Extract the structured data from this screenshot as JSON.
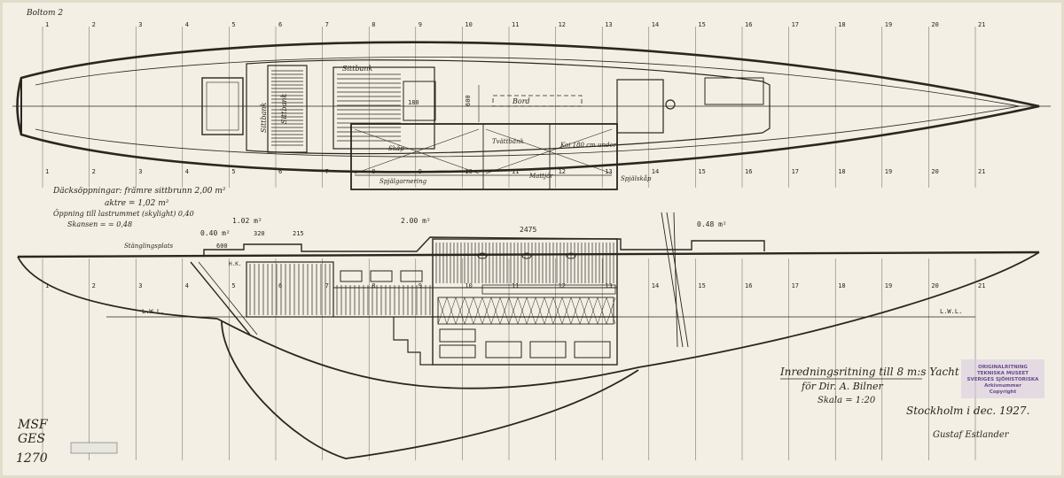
{
  "corner_note": "Boltom 2",
  "plan": {
    "stations_top": [
      "1",
      "2",
      "3",
      "4",
      "5",
      "6",
      "7",
      "8",
      "9",
      "10",
      "11",
      "12",
      "13",
      "14",
      "15",
      "16",
      "17",
      "18",
      "19",
      "20",
      "21"
    ],
    "labels": {
      "sittbank_left": "Sittbank",
      "sittbank_center": "Sittbank",
      "sittbank_top": "Sittbank",
      "bord": "Bord",
      "skafferi": "Skåp",
      "tvattbank": "Tvättbänk",
      "kojplats": "Koj 180 cm under",
      "spjalskap": "Spjälskåp",
      "spjalgarnering": "Spjälgarnering",
      "mattejfor": "Mattjör",
      "dim_600": "600",
      "dim_180": "180"
    }
  },
  "notes": {
    "line1": "Däcksöppningar: främre sittbrunn 2,00 m²",
    "line2": "aktre = 1,02 m²",
    "line3": "Öppning till lastrummet (skylight) 0,40",
    "line4": "Skansen = = 0,48"
  },
  "profile": {
    "dims": [
      "0.40 m²",
      "1.02 m²",
      "2.00 m²",
      "600",
      "320",
      "215",
      "2475",
      "0.48 m²"
    ],
    "labels": {
      "stanglingspl": "Stänglingsplats",
      "lwl_left": "L.W.L.",
      "lwl_right": "L.W.L.",
      "hk": "H.K."
    }
  },
  "title_block": {
    "title": "Inredningsritning till 8 m:s Yacht",
    "owner": "för Dir. A. Bilner",
    "scale": "Skala = 1:20",
    "place_date": "Stockholm i dec. 1927.",
    "signature": "Gustaf Estlander"
  },
  "stamp": {
    "line1": "ORIGINALRITNING",
    "line2": "TEKNISKA MUSEET",
    "line3": "SVERIGES SJÖHISTORISKA",
    "line4": "Arkivnummer",
    "line5": "Copyright"
  },
  "archive": {
    "line1": "MSF",
    "line2": "GES",
    "number": "1270"
  }
}
